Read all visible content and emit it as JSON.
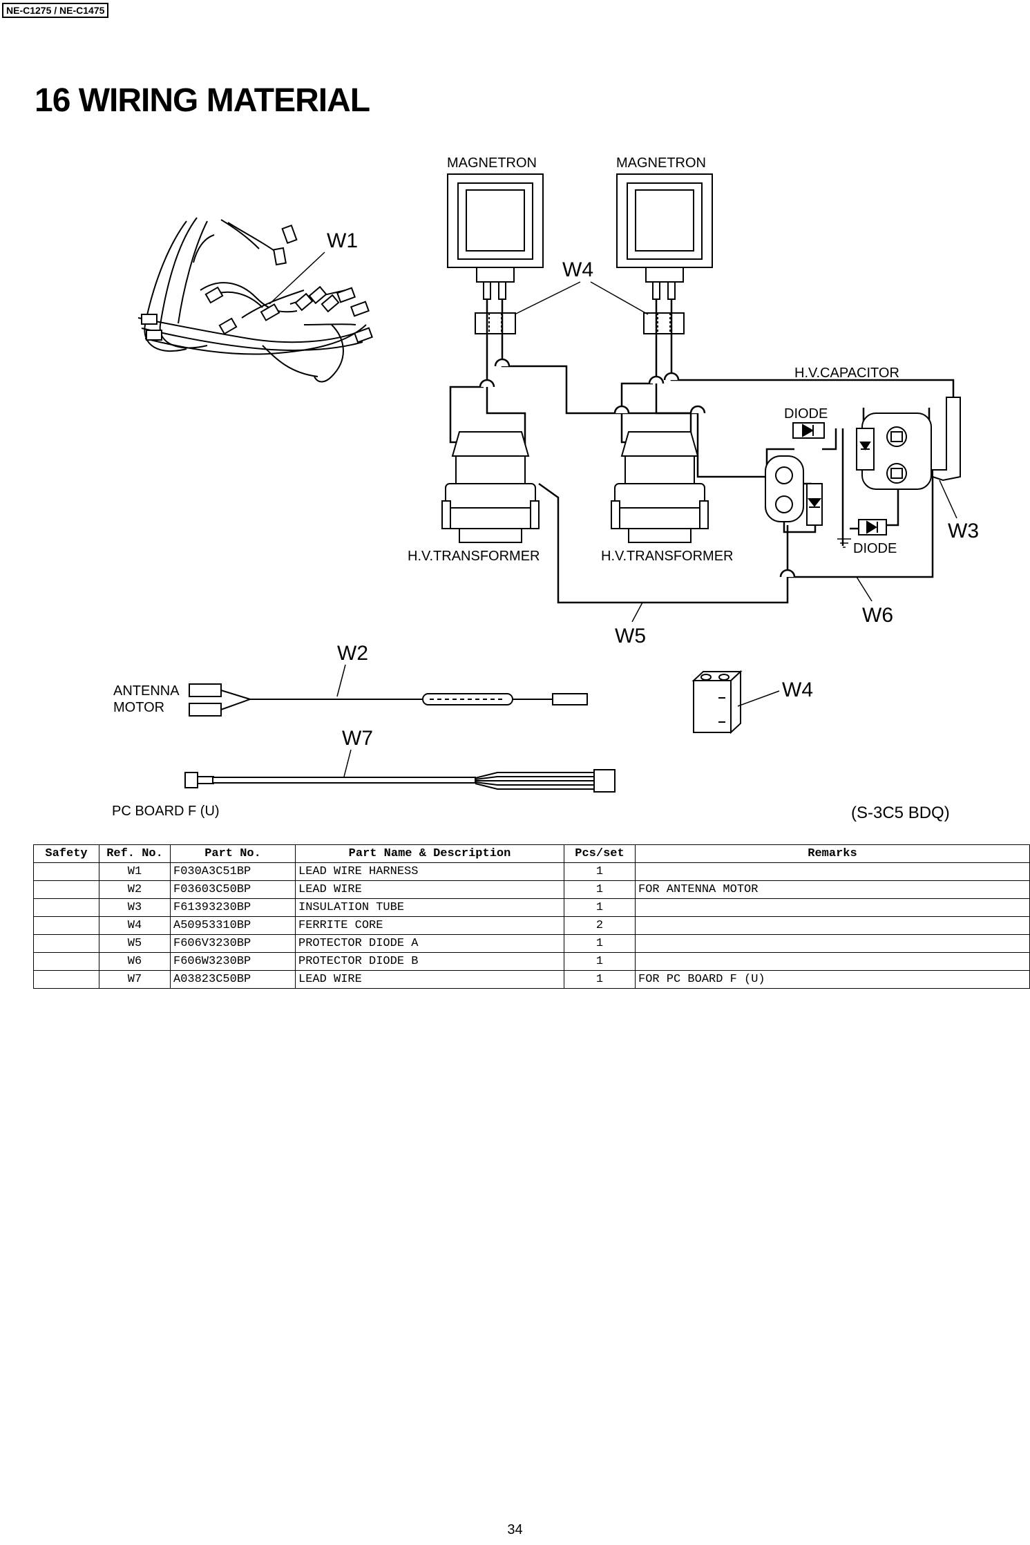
{
  "header": {
    "model": "NE-C1275 / NE-C1475"
  },
  "title": "16 WIRING MATERIAL",
  "diagram": {
    "labels": {
      "magnetron_1": "MAGNETRON",
      "magnetron_2": "MAGNETRON",
      "w1": "W1",
      "w4_top": "W4",
      "hv_capacitor": "H.V.CAPACITOR",
      "diode_top": "DIODE",
      "diode_bottom": "DIODE",
      "w3": "W3",
      "hv_transformer_1": "H.V.TRANSFORMER",
      "hv_transformer_2": "H.V.TRANSFORMER",
      "w5": "W5",
      "w6": "W6",
      "w2": "W2",
      "antenna_motor_1": "ANTENNA",
      "antenna_motor_2": "MOTOR",
      "w4_part": "W4",
      "w7": "W7",
      "pc_board": "PC BOARD F (U)",
      "drawing_code": "(S-3C5 BDQ)"
    }
  },
  "table": {
    "headers": [
      "Safety",
      "Ref. No.",
      "Part No.",
      "Part Name & Description",
      "Pcs/set",
      "Remarks"
    ],
    "rows": [
      [
        "",
        "W1",
        "F030A3C51BP",
        "LEAD WIRE HARNESS",
        "1",
        ""
      ],
      [
        "",
        "W2",
        "F03603C50BP",
        "LEAD WIRE",
        "1",
        "FOR ANTENNA MOTOR"
      ],
      [
        "",
        "W3",
        "F61393230BP",
        "INSULATION TUBE",
        "1",
        ""
      ],
      [
        "",
        "W4",
        "A50953310BP",
        "FERRITE CORE",
        "2",
        ""
      ],
      [
        "",
        "W5",
        "F606V3230BP",
        "PROTECTOR DIODE A",
        "1",
        ""
      ],
      [
        "",
        "W6",
        "F606W3230BP",
        "PROTECTOR DIODE B",
        "1",
        ""
      ],
      [
        "",
        "W7",
        "A03823C50BP",
        "LEAD WIRE",
        "1",
        "FOR PC BOARD F (U)"
      ]
    ]
  },
  "page_number": "34"
}
